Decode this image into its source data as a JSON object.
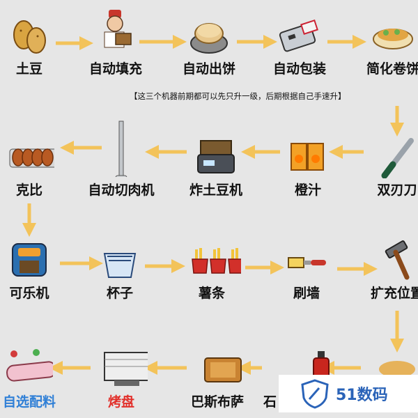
{
  "nodes": {
    "potato": "土豆",
    "auto_fill": "自动填充",
    "auto_pancake": "自动出饼",
    "auto_pack": "自动包装",
    "simple_roll": "简化卷饼",
    "kebbe": "克比",
    "auto_slicer": "自动切肉机",
    "fryer": "炸土豆机",
    "orange_juice": "橙汁",
    "double_knife": "双刃刀",
    "cola": "可乐机",
    "cup": "杯子",
    "fries": "薯条",
    "paint": "刷墙",
    "expand": "扩充位置",
    "custom": "自选配料",
    "oven": "烤盘",
    "basbousa": "巴斯布萨",
    "partial": "石"
  },
  "note": "【这三个机器前期都可以先只升一级，后期根据自己手速升】",
  "watermark": "51数码",
  "colors": {
    "arrow": "#f3c35a",
    "blue": "#2f7fd6",
    "red": "#e2302b",
    "background": "#e6e6e6"
  }
}
